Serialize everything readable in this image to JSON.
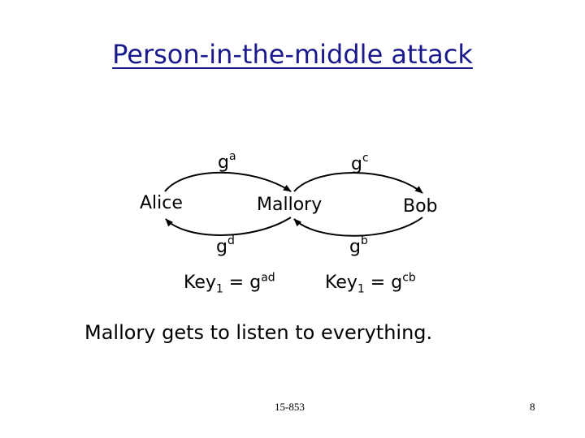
{
  "slide": {
    "title": "Person-in-the-middle attack",
    "title_color": "#1a1a8c"
  },
  "parties": {
    "alice": "Alice",
    "mallory": "Mallory",
    "bob": "Bob"
  },
  "messages": {
    "top_left": {
      "base": "g",
      "exp": "a"
    },
    "top_right": {
      "base": "g",
      "exp": "c"
    },
    "bottom_left": {
      "base": "g",
      "exp": "d"
    },
    "bottom_right": {
      "base": "g",
      "exp": "b"
    }
  },
  "keys": {
    "left": {
      "prefix": "Key",
      "sub": "1",
      "eq": " = g",
      "exp": "ad"
    },
    "right": {
      "prefix": "Key",
      "sub": "1",
      "eq": " = g",
      "exp": "cb"
    }
  },
  "caption": "Mallory gets to listen to everything.",
  "footer": {
    "course": "15-853",
    "page": "8"
  }
}
